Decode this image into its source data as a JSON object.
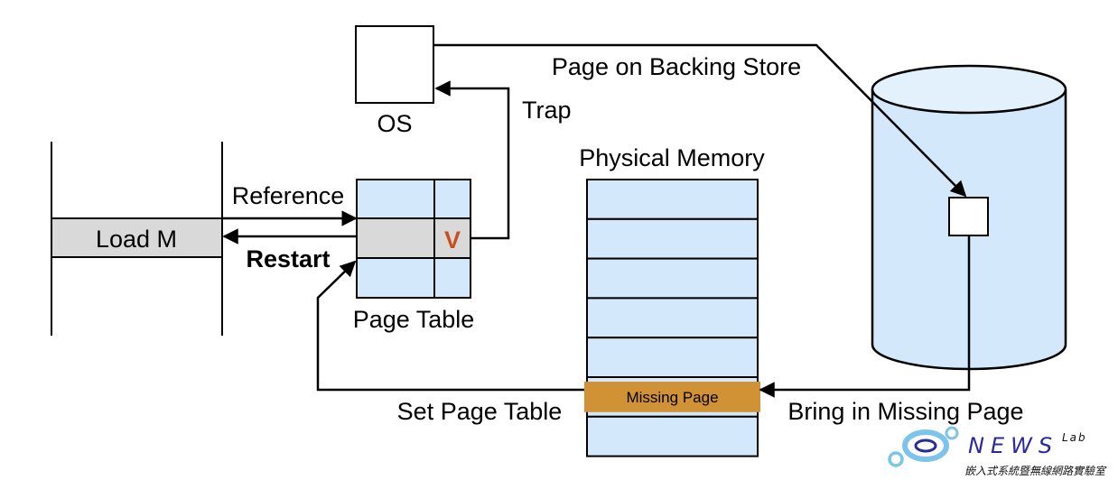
{
  "diagram": {
    "title": "Page Fault Handling Steps",
    "labels": {
      "os": "OS",
      "page_on_backing_store": "Page on Backing Store",
      "trap": "Trap",
      "physical_memory": "Physical Memory",
      "reference": "Reference",
      "load_m": "Load M",
      "restart": "Restart",
      "page_table": "Page Table",
      "valid_bit": "V",
      "missing_page": "Missing Page",
      "set_page_table": "Set Page Table",
      "bring_in_missing_page": "Bring in Missing Page"
    },
    "page_table": {
      "rows": 3,
      "highlighted_row": 2,
      "highlighted_row_bit": "V"
    },
    "physical_memory": {
      "frames": 7,
      "missing_page_frame": 6
    },
    "colors": {
      "light_blue": "#d3e8fb",
      "light_blue_top": "#e3f1fd",
      "gray_highlight": "#d9d9d9",
      "missing_page": "#d19235",
      "valid_bit": "#c8501e",
      "logo_blue": "#2a2a9c",
      "logo_ring": "#7cc4ec"
    },
    "logo": {
      "name": "NEWS",
      "suffix": "Lab",
      "subtitle": "嵌入式系統暨無線網路實驗室"
    }
  }
}
